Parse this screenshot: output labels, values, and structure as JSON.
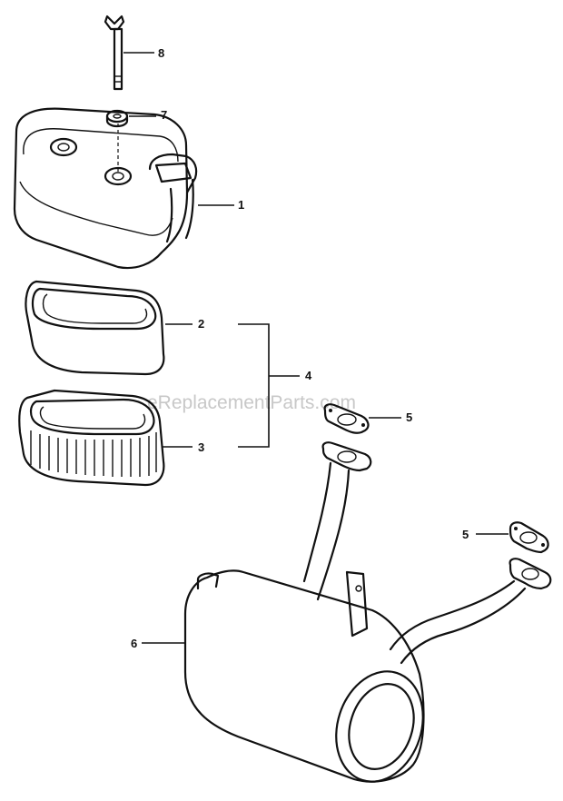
{
  "watermark": "eReplacementParts.com",
  "callouts": {
    "c1": "1",
    "c2": "2",
    "c3": "3",
    "c4": "4",
    "c5a": "5",
    "c5b": "5",
    "c6": "6",
    "c7": "7",
    "c8": "8"
  }
}
